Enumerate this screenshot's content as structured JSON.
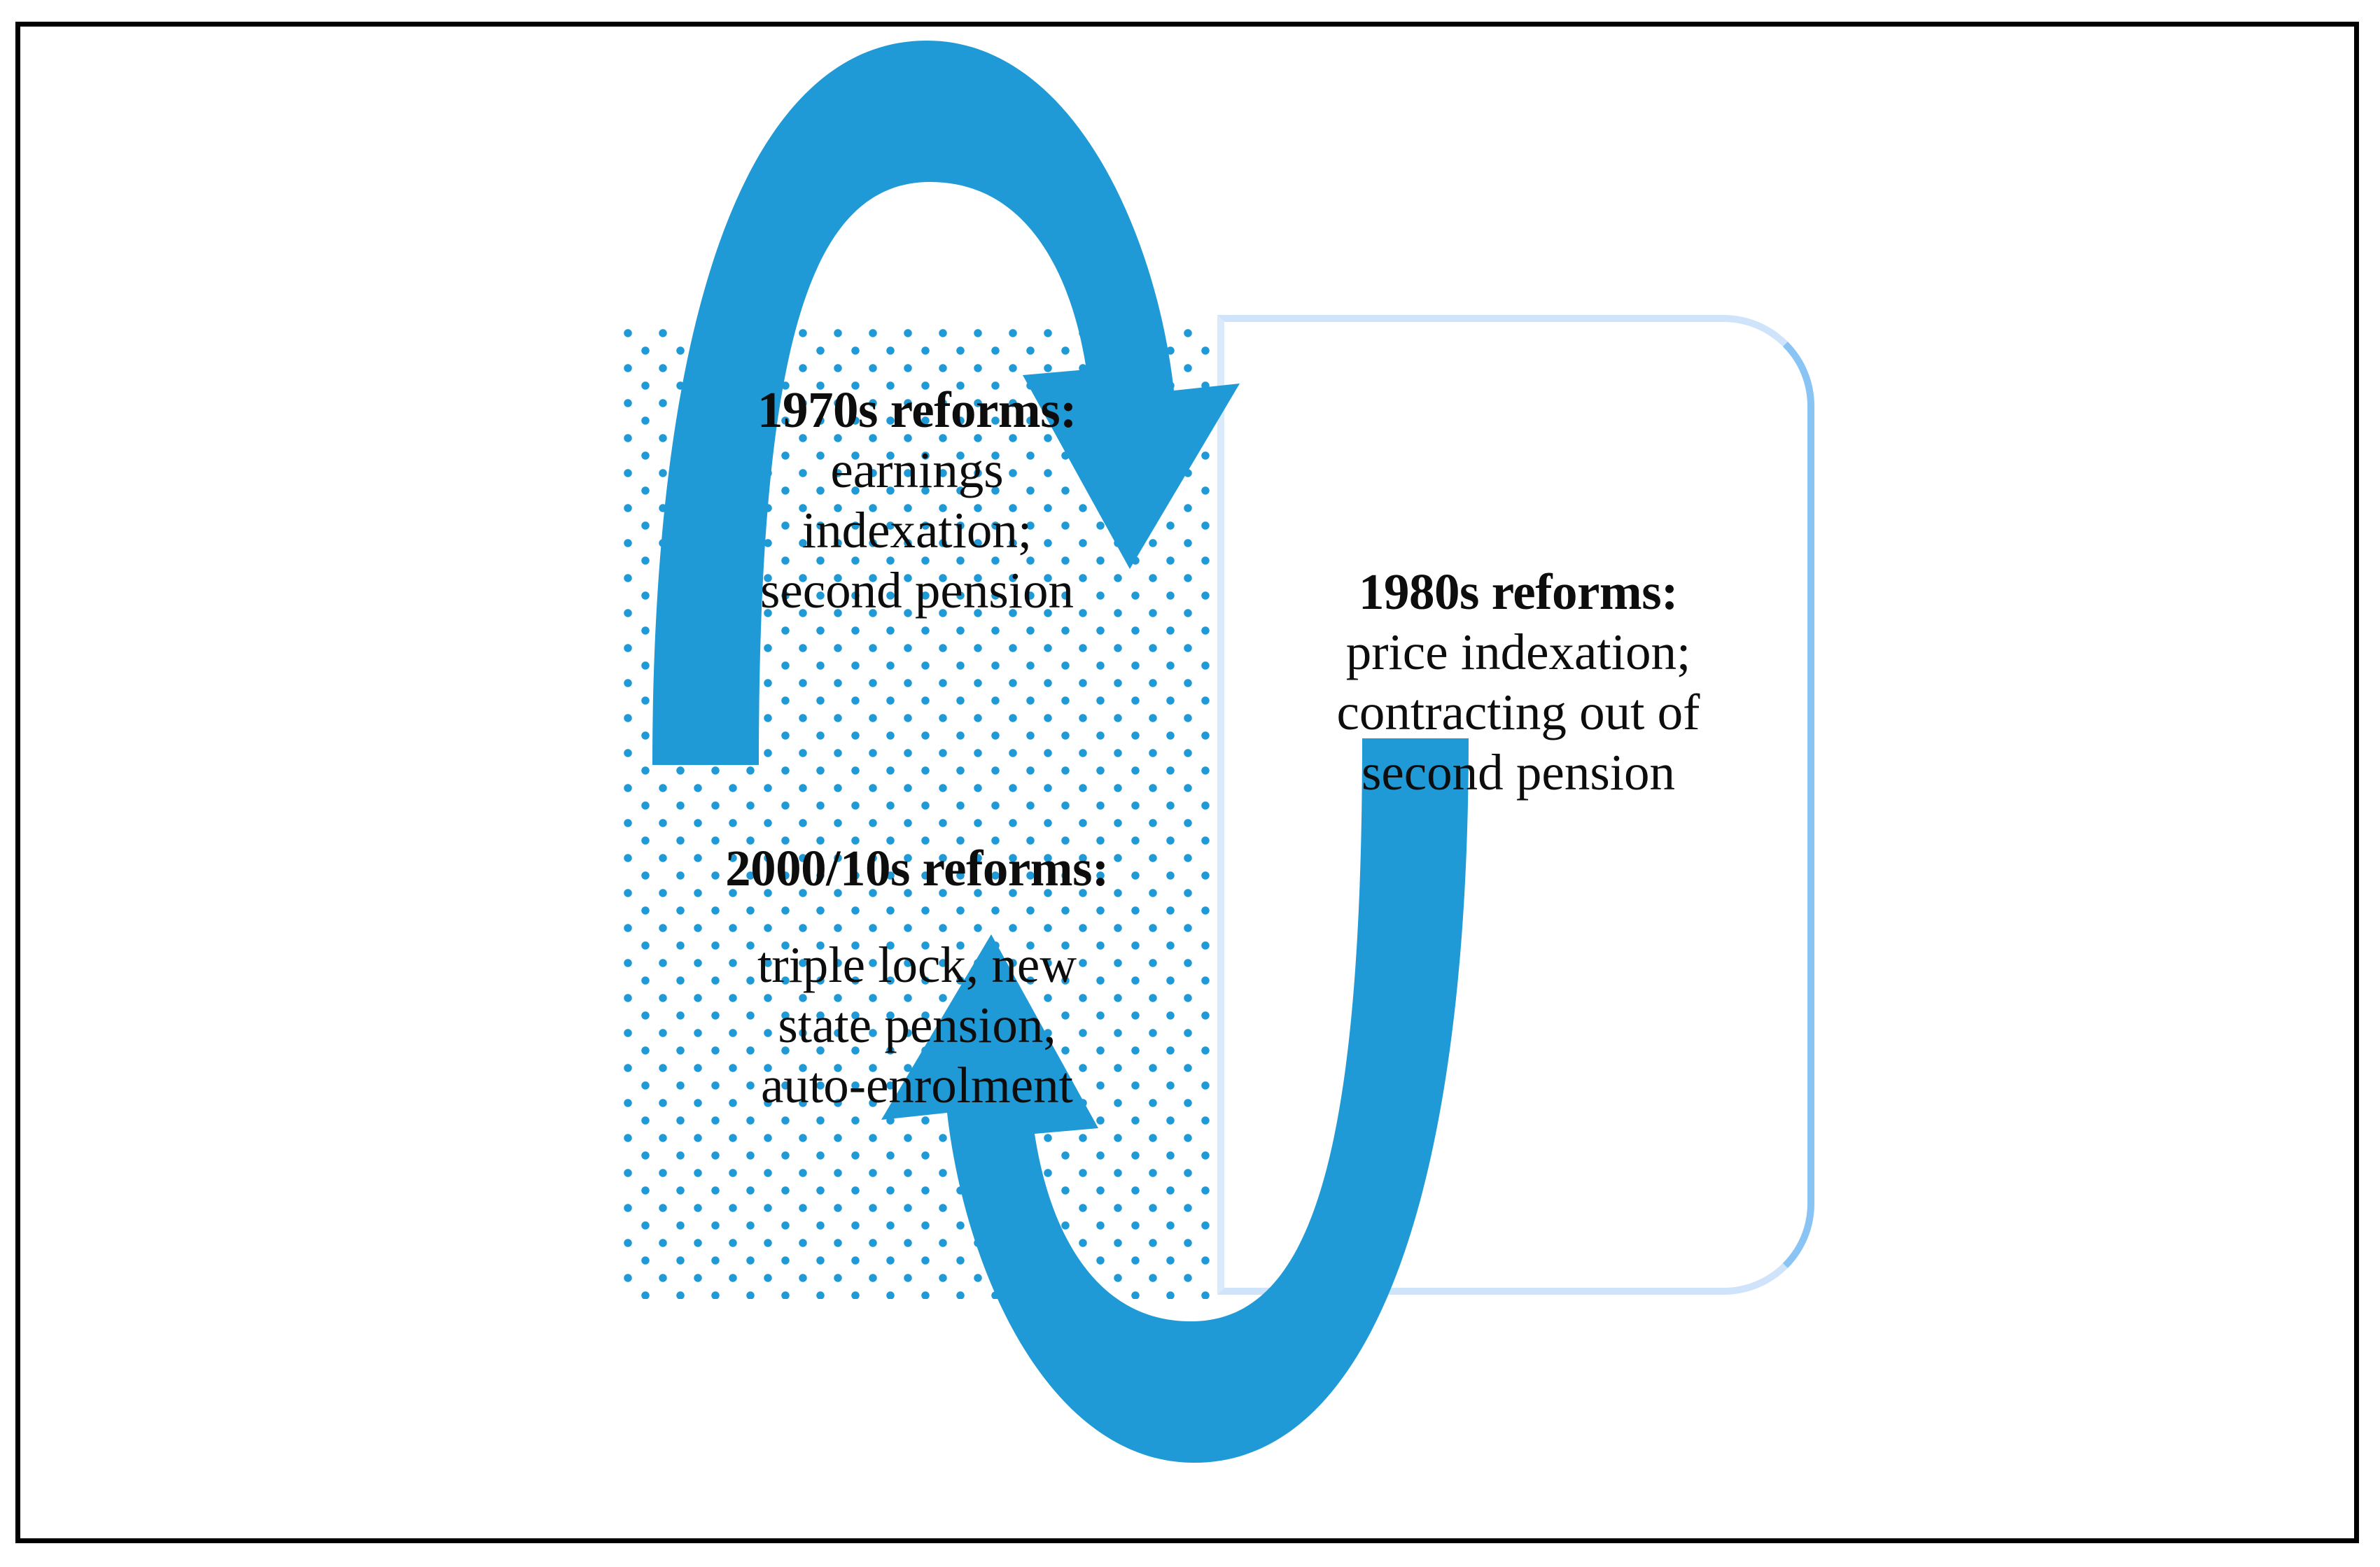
{
  "figure": {
    "frame_border_color": "#000000",
    "background_color": "#ffffff"
  },
  "palette": {
    "arrow_blue": "#1f9ad6",
    "dot_blue": "#1f9ad6",
    "panel_border_light": "#dbeafb",
    "panel_border_dark": "#8ac4f5",
    "text_color": "#0d0d0d"
  },
  "left_panel": {
    "style": "dotted-fill",
    "blocks": [
      {
        "title": "1970s reforms:",
        "lines": [
          "earnings",
          "indexation;",
          "second pension"
        ]
      },
      {
        "title": "2000/10s reforms:",
        "lines": [
          "triple lock, new",
          "state pension,",
          "auto-enrolment"
        ]
      }
    ]
  },
  "right_panel": {
    "style": "rounded-outline",
    "blocks": [
      {
        "title": "1980s reforms:",
        "lines": [
          "price indexation;",
          "contracting out of",
          "second pension"
        ]
      }
    ]
  },
  "arrows": [
    {
      "name": "top-arrow",
      "direction": "left-to-right",
      "description": "curved arrow arcing over the top from the left dotted panel to the right outlined panel"
    },
    {
      "name": "bottom-arrow",
      "direction": "right-to-left",
      "description": "curved arrow arcing under the bottom from the right outlined panel back to the left dotted panel"
    }
  ]
}
